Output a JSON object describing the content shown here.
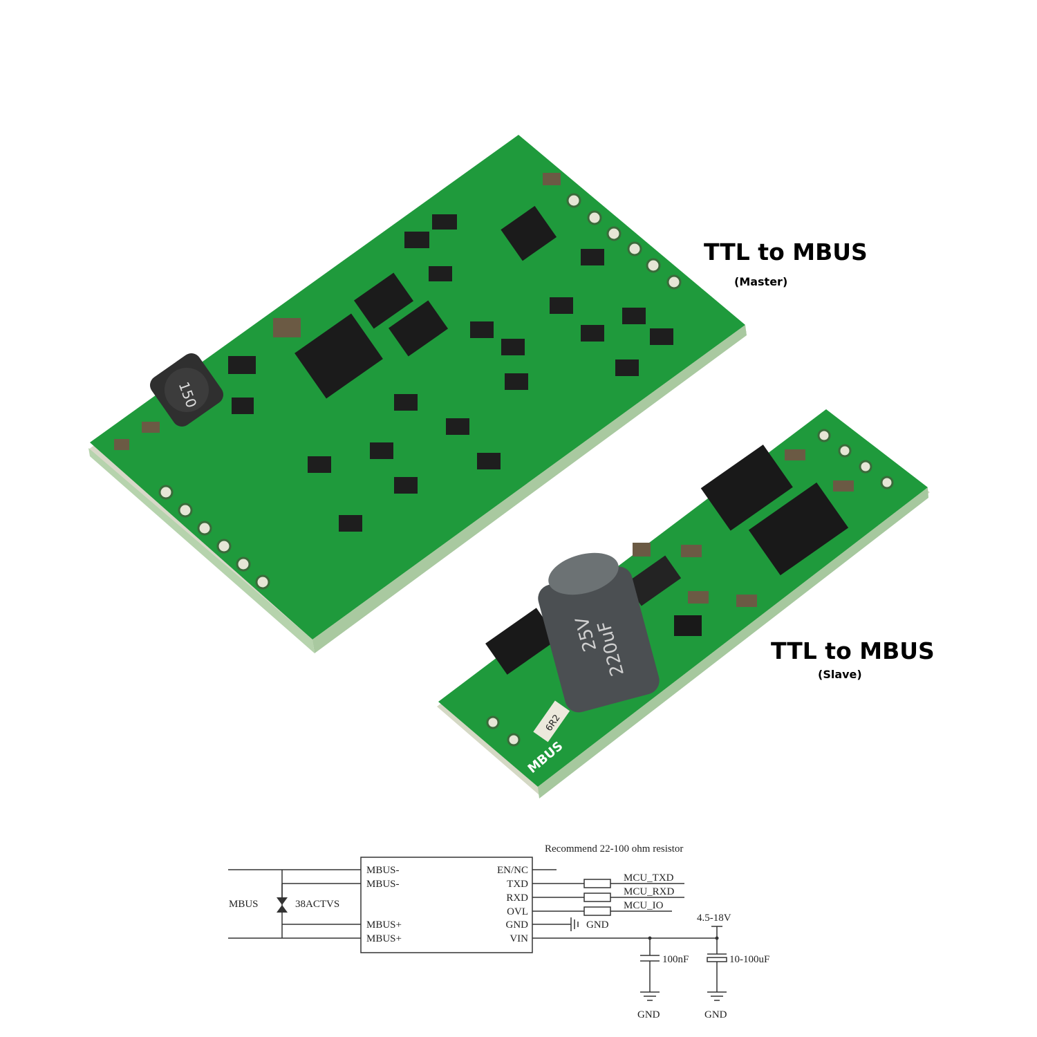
{
  "labels": {
    "master_title": "TTL to MBUS",
    "master_sub": "(Master)",
    "slave_title": "TTL to MBUS",
    "slave_sub": "(Slave)"
  },
  "boards": {
    "pcb_color": "#1f9a3c",
    "inductor_marking": "150",
    "capacitor_marking_1": "220uF",
    "capacitor_marking_2": "25V",
    "slave_silkscreen": "MBUS",
    "resistor_marking": "6R2"
  },
  "schematic": {
    "note": "Recommend 22-100 ohm resistor",
    "left_label": "MBUS",
    "tvs_label": "38ACTVS",
    "left_pins": [
      "MBUS-",
      "MBUS-",
      "MBUS+",
      "MBUS+"
    ],
    "right_pins": [
      "EN/NC",
      "TXD",
      "RXD",
      "OVL",
      "GND",
      "VIN"
    ],
    "mcu_txd": "MCU_TXD",
    "mcu_rxd": "MCU_RXD",
    "mcu_io": "MCU_IO",
    "gnd_label": "GND",
    "vin_range": "4.5-18V",
    "cap1": "100nF",
    "cap2": "10-100uF",
    "gnd1": "GND",
    "gnd2": "GND"
  }
}
